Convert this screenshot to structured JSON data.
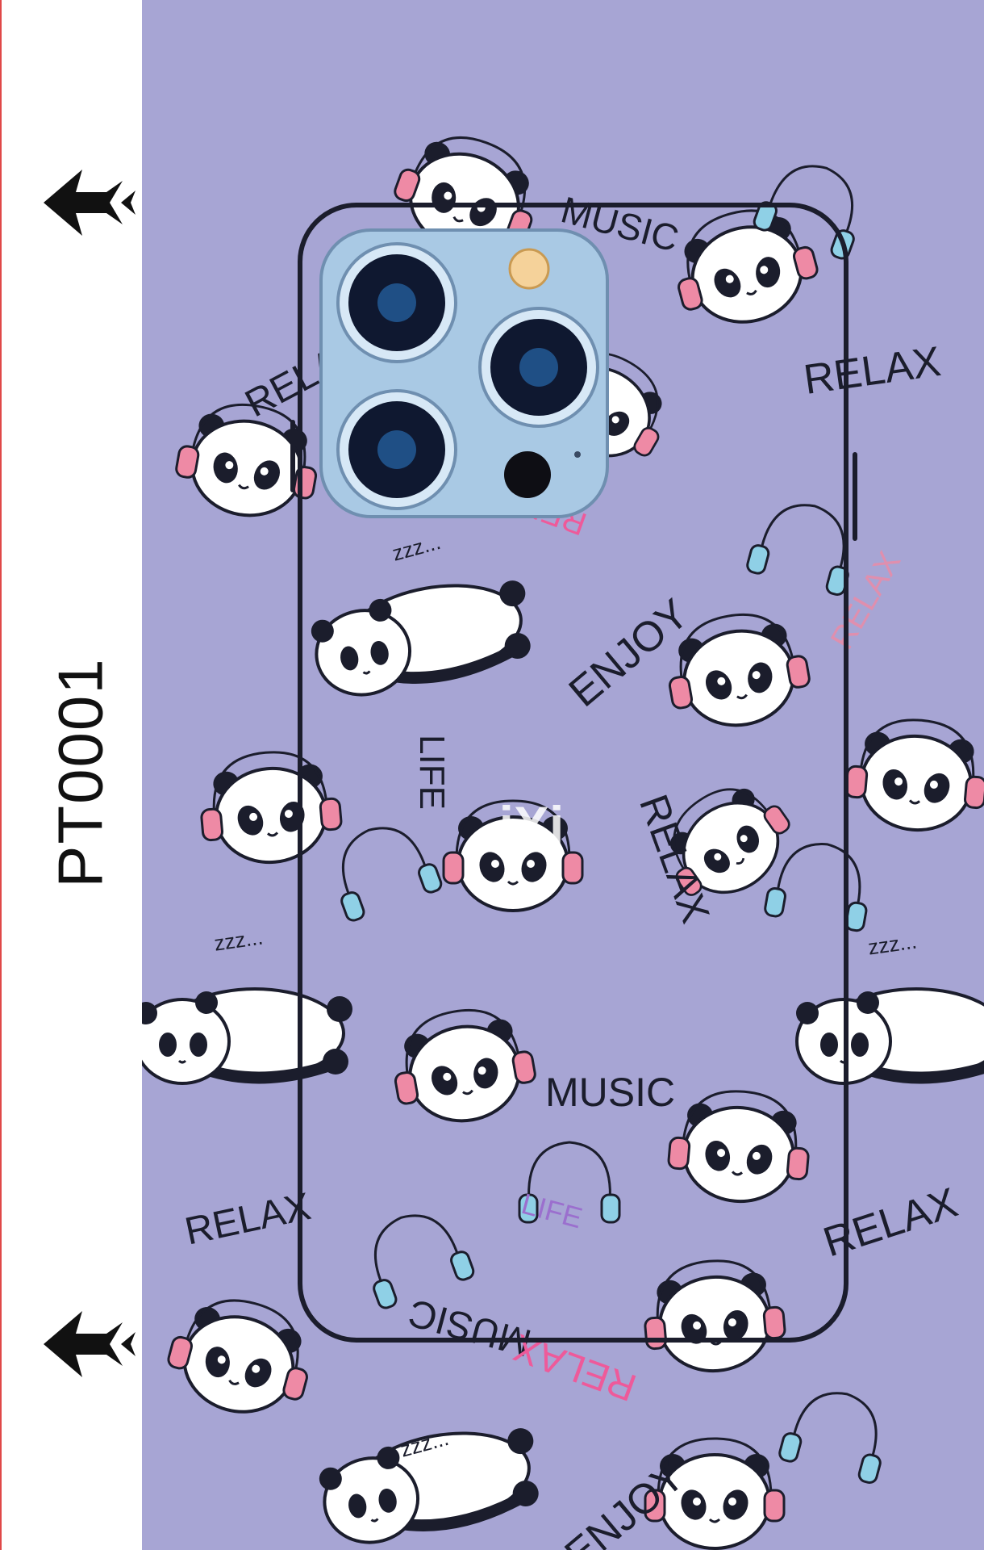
{
  "product_code": "PT0001",
  "brand_mark": "iXi",
  "pattern_words": [
    "RELAX",
    "MUSIC",
    "ENJOY",
    "LIFE",
    "zzz..."
  ],
  "colors": {
    "background": "#a7a5d4",
    "camera_plate": "#a9c9e4",
    "outline": "#1b1d2c",
    "headphone_pink": "#ee8aa5",
    "headphone_blue": "#8fd0e6",
    "headphone_green": "#b5df8a",
    "side_border": "#e04848"
  },
  "icons": [
    "cut-arrow-icon",
    "cut-arrow-icon"
  ]
}
